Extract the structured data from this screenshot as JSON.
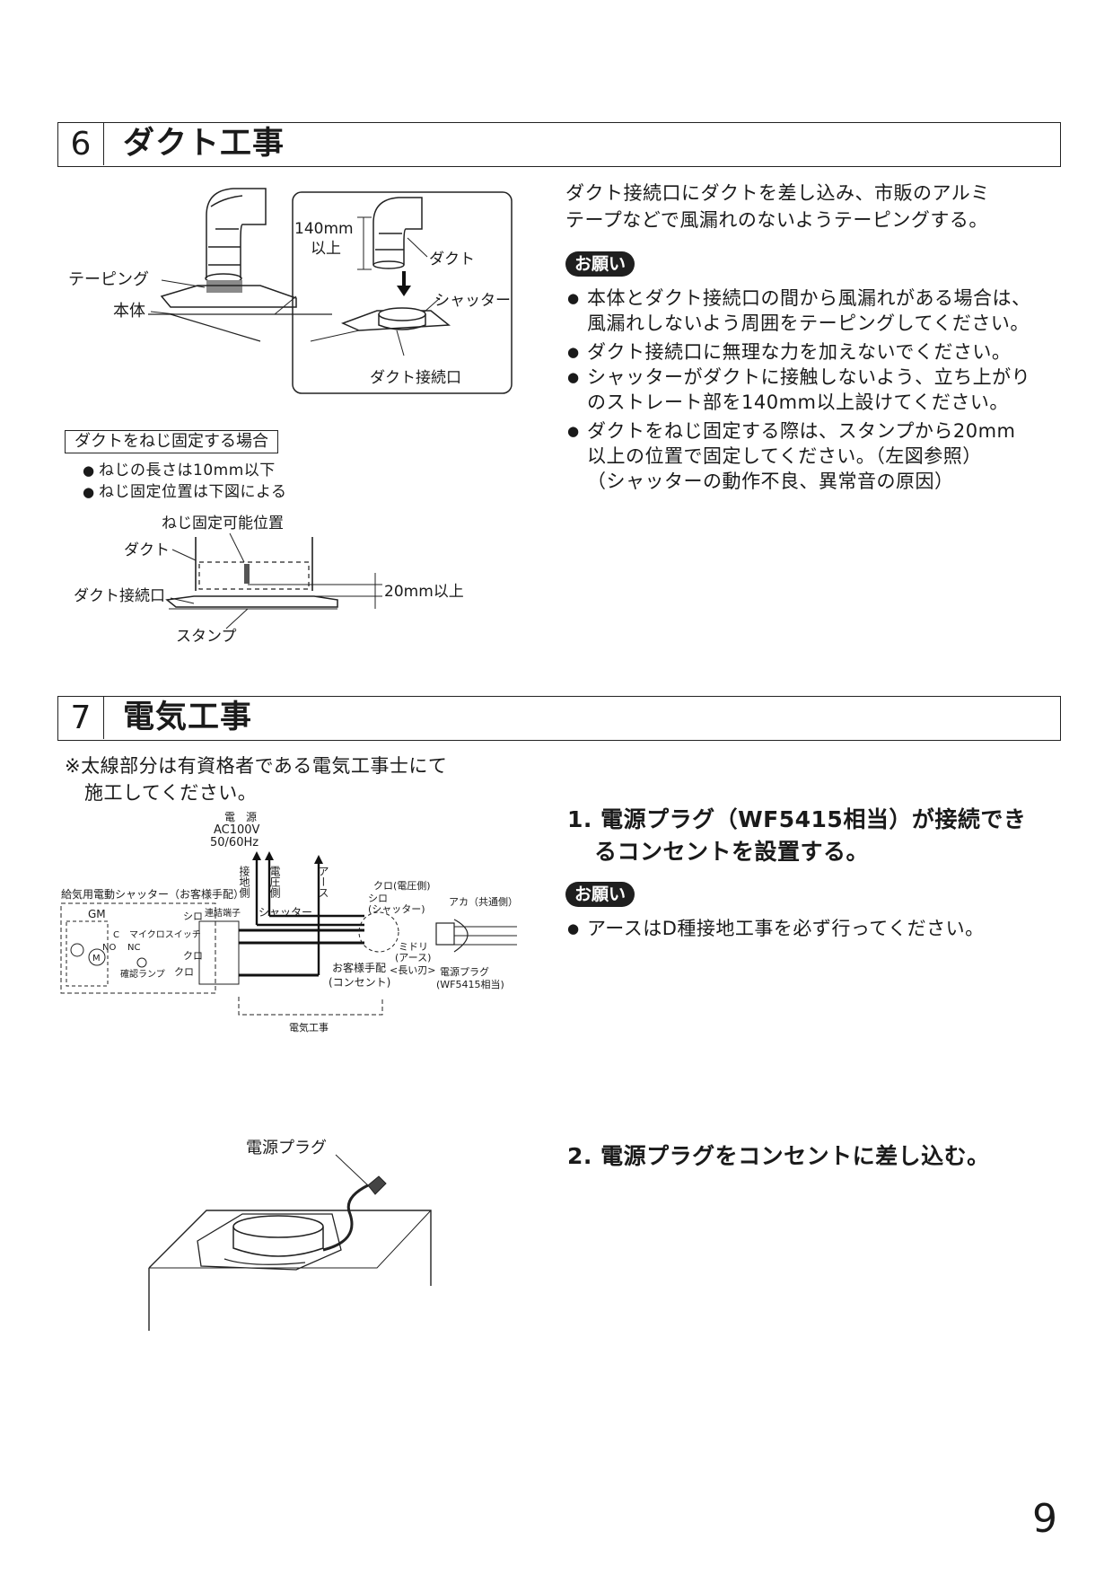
{
  "section6": {
    "number": "6",
    "title": "ダクト工事",
    "intro_line1": "ダクト接続口にダクトを差し込み、市販のアルミ",
    "intro_line2": "テープなどで風漏れのないようテーピングする。",
    "onegai": "お願い",
    "bullets": [
      {
        "l1": "本体とダクト接続口の間から風漏れがある場合は、",
        "l2": "風漏れしないよう周囲をテーピングしてください。"
      },
      {
        "l1": "ダクト接続口に無理な力を加えないでください。",
        "l2": ""
      },
      {
        "l1": "シャッターがダクトに接触しないよう、立ち上がり",
        "l2": "のストレート部を140mm以上設けてください。"
      },
      {
        "l1": "ダクトをねじ固定する際は、スタンプから20mm",
        "l2": "以上の位置で固定してください。（左図参照）",
        "l3": "（シャッターの動作不良、異常音の原因）"
      }
    ],
    "fig1": {
      "taping": "テーピング",
      "body": "本体",
      "dim_value": "140mm",
      "dim_suffix": "以上",
      "duct": "ダクト",
      "shutter": "シャッター",
      "duct_port": "ダクト接続口"
    },
    "screw": {
      "box_label": "ダクトをねじ固定する場合",
      "note1": "ねじの長さは10mm以下",
      "note2": "ねじ固定位置は下図による",
      "possible_pos": "ねじ固定可能位置",
      "duct": "ダクト",
      "duct_port": "ダクト接続口",
      "dim": "20mm以上",
      "stamp": "スタンプ"
    }
  },
  "section7": {
    "number": "7",
    "title": "電気工事",
    "note_line1": "※太線部分は有資格者である電気工事士にて",
    "note_line2": "施工してください。",
    "step1_line1": "1. 電源プラグ（WF5415相当）が接続でき",
    "step1_line2": "るコンセントを設置する。",
    "onegai": "お願い",
    "bullet1": "アースはD種接地工事を必ず行ってください。",
    "step2": "2. 電源プラグをコンセントに差し込む。",
    "wiring": {
      "power_l1": "電　源",
      "power_l2": "AC100V",
      "power_l3": "50/60Hz",
      "ground_side": "接地側",
      "voltage_side": "電圧側",
      "earth": "アース",
      "supply_shutter": "給気用電動シャッター（お客様手配）",
      "gm": "GM",
      "shiro": "シロ",
      "terminal": "連結端子",
      "shutter": "シャッター",
      "micro_switch": "マイクロスイッチ",
      "c": "C",
      "no": "NO",
      "nc": "NC",
      "kuro": "クロ",
      "lamp": "確認ランプ",
      "m": "M",
      "customer": "お客様手配",
      "outlet": "(コンセント)",
      "kuro_v": "クロ(電圧側)",
      "shiro2": "シロ",
      "shutter_p": "(シャッター)",
      "aka": "アカ（共通側）",
      "midori": "ミドリ",
      "earth_p": "(アース)",
      "long_blade": "<長い刃>",
      "plug": "電源プラグ",
      "plug_model": "(WF5415相当)",
      "elec_work": "電気工事"
    },
    "fig_plug_label": "電源プラグ"
  },
  "page_number": "9"
}
